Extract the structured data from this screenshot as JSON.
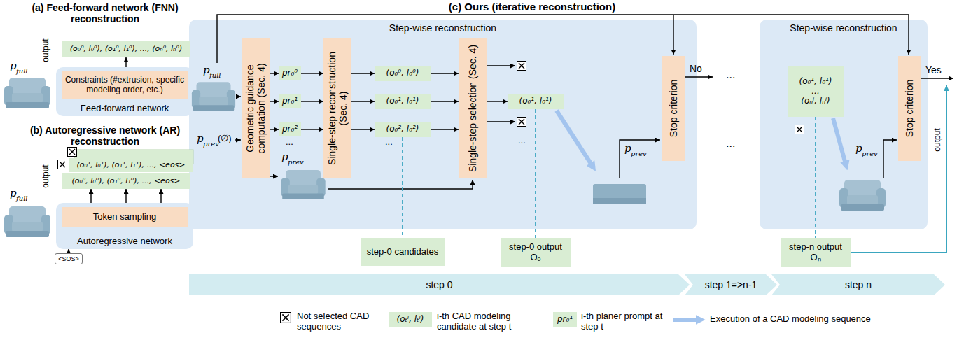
{
  "diagram": {
    "nodes": [
      {
        "text": [
          "(o₀⁰, l₀⁰), (o₁⁰, l₁⁰), ..., (oₙ⁰, lₙ⁰)"
        ]
      },
      {
        "text": [
          "Feed-forward network"
        ]
      },
      {
        "text": [
          "Constraints (#extrusion, specific modeling order, etc.)"
        ],
        "in": 1
      },
      {
        "text": [
          "(o₀¹, l₀¹), (o₁¹, l₁¹), ..., <eos>"
        ]
      },
      {
        "text": [
          "(o₀⁰, l₀⁰), (o₁⁰, l₁⁰), ..., <eos>"
        ]
      },
      {
        "text": [
          "Autoregressive network"
        ]
      },
      {
        "text": [
          "Token sampling"
        ],
        "in": 5
      },
      {
        "text": [
          "<SOS>"
        ]
      },
      {
        "text": [
          "Step-wise reconstruction"
        ]
      },
      {
        "text": [
          "Geometric guidance computation (Sec. 4)"
        ],
        "in": 8
      },
      {
        "text": [
          "pr₀⁰"
        ],
        "in": 8
      },
      {
        "text": [
          "pr₀¹"
        ],
        "in": 8
      },
      {
        "text": [
          "pr₀²"
        ],
        "in": 8
      },
      {
        "text": [
          "Single-step reconstruction (Sec. 4)"
        ],
        "in": 8
      },
      {
        "text": [
          "(o₀⁰, l₀⁰)"
        ],
        "in": 8
      },
      {
        "text": [
          "(o₀¹, l₀¹)"
        ],
        "in": 8
      },
      {
        "text": [
          "(o₀², l₀²)"
        ],
        "in": 8
      },
      {
        "text": [
          "Single-step selection (Sec. 4)"
        ],
        "in": 8
      },
      {
        "text": [
          "(o₀¹, l₀¹)"
        ],
        "in": 8
      },
      {
        "text": [
          "Stop criterion"
        ],
        "in": 8
      },
      {
        "text": [
          "Step-wise reconstruction"
        ]
      },
      {
        "text": [
          "(o₀¹, l₀¹)",
          "...",
          "(oₙⁱ, lₙⁱ)"
        ],
        "in": 20
      },
      {
        "text": [
          "Stop criterion"
        ],
        "in": 20
      },
      {
        "text": [
          "step-0 candidates"
        ]
      },
      {
        "text": [
          "step-0 output",
          "Oₒ"
        ]
      },
      {
        "text": [
          "step-n output",
          "Oₙ"
        ]
      },
      {
        "text": [
          "step 0"
        ]
      },
      {
        "text": [
          "step 1=>n-1"
        ]
      },
      {
        "text": [
          "step n"
        ]
      },
      {
        "text": [
          "(oₜⁱ, lₜⁱ)"
        ]
      },
      {
        "text": [
          "pr₀¹"
        ]
      }
    ],
    "edges": [
      {
        "from": 1,
        "to": 0,
        "arrow": "to"
      },
      {
        "from": 5,
        "to": 4,
        "arrow": "to"
      },
      {
        "from": 5,
        "to": 4,
        "arrow": "to"
      },
      {
        "from": 5,
        "to": 4,
        "arrow": "to"
      },
      {
        "from": 7,
        "to": 5,
        "arrow": "to"
      },
      {
        "from": 9,
        "to": 10,
        "arrow": "to"
      },
      {
        "from": 9,
        "to": 11,
        "arrow": "to"
      },
      {
        "from": 9,
        "to": 12,
        "arrow": "to"
      },
      {
        "from": 10,
        "to": 13,
        "arrow": "to"
      },
      {
        "from": 11,
        "to": 13,
        "arrow": "to"
      },
      {
        "from": 12,
        "to": 13,
        "arrow": "to"
      },
      {
        "from": 13,
        "to": 14,
        "arrow": "to"
      },
      {
        "from": 13,
        "to": 15,
        "arrow": "to"
      },
      {
        "from": 13,
        "to": 16,
        "arrow": "to"
      },
      {
        "from": 14,
        "to": 17,
        "arrow": "to"
      },
      {
        "from": 15,
        "to": 17,
        "arrow": "to"
      },
      {
        "from": 16,
        "to": 17,
        "arrow": "to"
      },
      {
        "from": 17,
        "to": 18,
        "arrow": "to"
      },
      {
        "from": 16,
        "to": 23,
        "arrow": "none"
      },
      {
        "from": 18,
        "to": 24,
        "arrow": "none"
      },
      {
        "from": 21,
        "to": 25,
        "arrow": "none"
      }
    ],
    "labels": [
      "(a) Feed-forward network (FNN) reconstruction",
      "p",
      "full",
      "output",
      "(b) Autoregressive network (AR) reconstruction",
      "p",
      "full",
      "output",
      "(c) Ours (iterative reconstruction)",
      "p",
      "full",
      "p",
      "prev",
      "(∅)",
      "...",
      "...",
      "...",
      "p",
      "prev",
      "No",
      "...",
      "...",
      "p",
      "prev",
      "Yes",
      "output",
      "p",
      "prev"
    ],
    "legend": [
      {
        "text": "Not selected CAD sequences"
      },
      {
        "text": "i-th CAD modeling candidate at step t"
      },
      {
        "text": "i-th planer prompt at step t"
      },
      {
        "text": "Execution of a CAD modeling sequence"
      }
    ]
  }
}
